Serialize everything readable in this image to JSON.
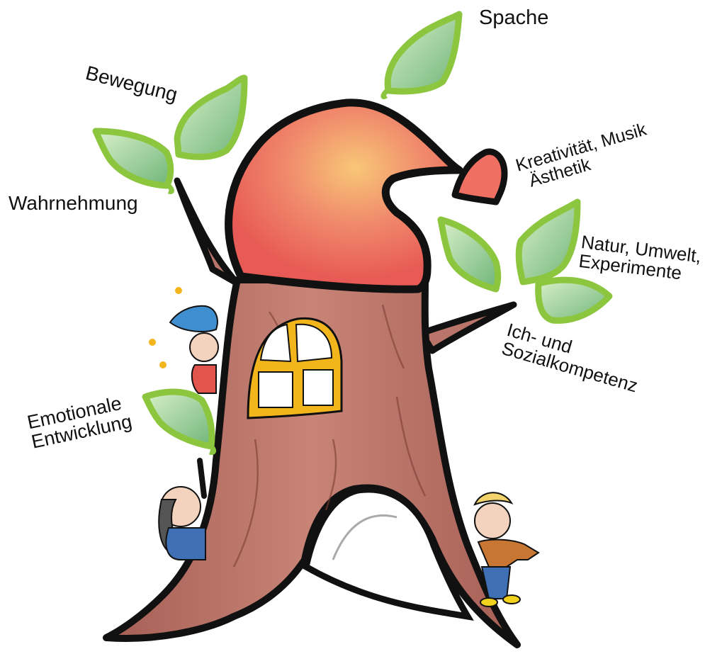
{
  "labels": {
    "spache": "Spache",
    "bewegung": "Bewegung",
    "wahrnehmung": "Wahrnehmung",
    "kreativitaet_line1": "Kreativität, Musik",
    "kreativitaet_line2": "Ästhetik",
    "natur_line1": "Natur, Umwelt,",
    "natur_line2": "Experimente",
    "ich_line1": "Ich- und",
    "ich_line2": "Sozialkompetenz",
    "emotionale_line1": "Emotionale",
    "emotionale_line2": "Entwicklung"
  },
  "colors": {
    "trunk": "#b9756a",
    "trunk_dark": "#8c4a40",
    "outline": "#111111",
    "crown": "#ef6f63",
    "crown_light": "#f6b26b",
    "leaf_outline": "#8cc63f",
    "leaf_fill": "#a8d8a0",
    "window_frame": "#f2b51c"
  }
}
